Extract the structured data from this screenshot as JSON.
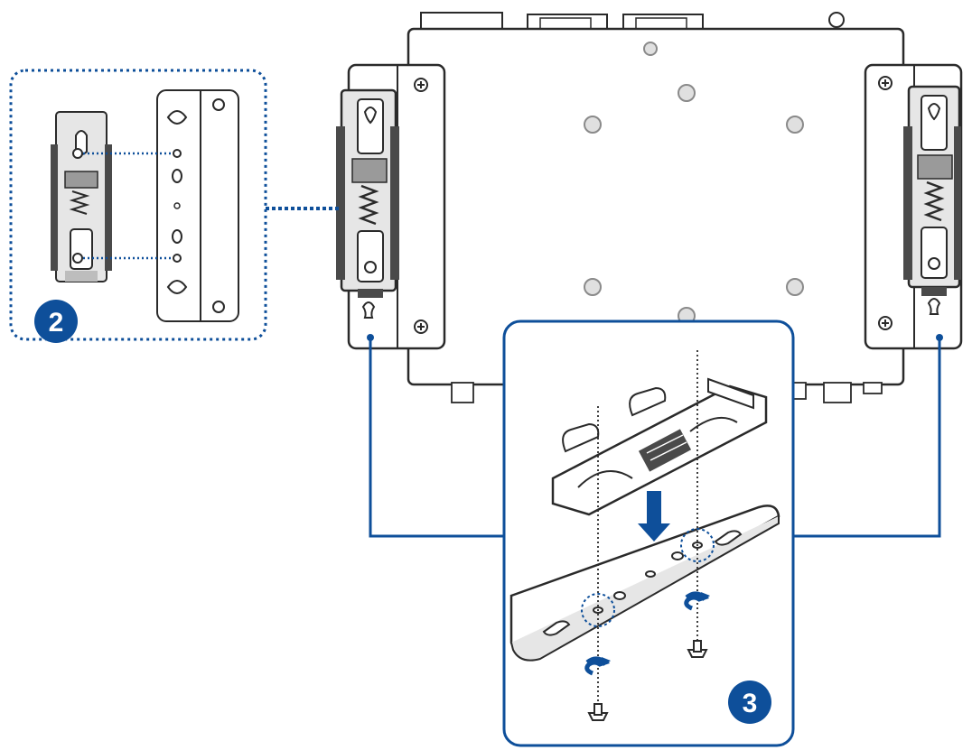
{
  "steps": {
    "step2": {
      "label": "2"
    },
    "step3": {
      "label": "3"
    }
  },
  "colors": {
    "accent": "#0e4f9a",
    "line": "#2a2a2a",
    "metal": "#e6e6e6",
    "dark_metal": "#4a4a4a",
    "panel_bg": "#ffffff"
  },
  "icons": [
    "screw-icon",
    "rotate-arrow-icon",
    "down-arrow-icon",
    "dotted-leader-line"
  ]
}
